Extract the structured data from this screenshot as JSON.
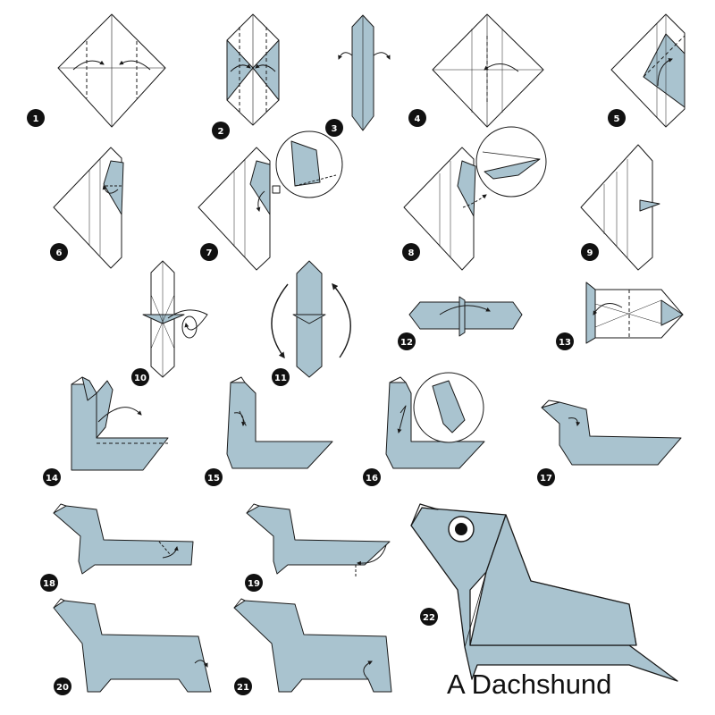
{
  "title": "A Dachshund",
  "steps": [
    "1",
    "2",
    "3",
    "4",
    "5",
    "6",
    "7",
    "8",
    "9",
    "10",
    "11",
    "12",
    "13",
    "14",
    "15",
    "16",
    "17",
    "18",
    "19",
    "20",
    "21",
    "22"
  ],
  "colors": {
    "paper_blue": "#a9c3cf",
    "paper_white": "#ffffff",
    "line": "#1a1a1a",
    "badge": "#111111"
  },
  "icons": [
    "fold-arrow-icon",
    "turn-over-icon",
    "rotate-arrow-icon",
    "eye-icon",
    "zoom-detail-icon"
  ]
}
